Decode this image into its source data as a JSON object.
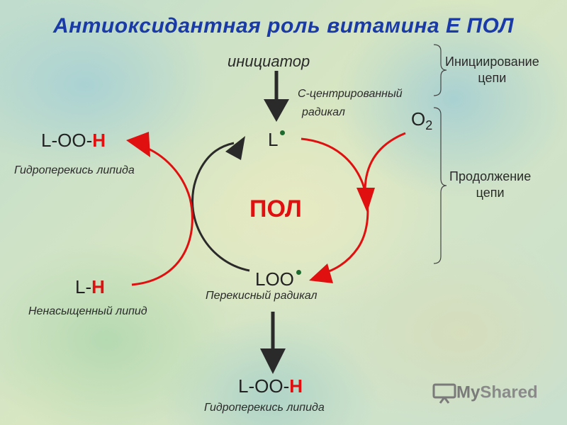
{
  "title": "Антиоксидантная роль витамина Е ПОЛ",
  "initiator": "инициатор",
  "c_radical": "С-центрированный",
  "c_radical2": "радикал",
  "l_radical": "L",
  "o2": "O",
  "o2_sub": "2",
  "pol": "ПОЛ",
  "loo_radical": "LOO",
  "peroxy_radical": "Перекисный радикал",
  "lipid_hydroperoxide_left": {
    "prefix": "L-OO-",
    "h": "H",
    "caption": "Гидроперекись липида"
  },
  "unsaturated_lipid": {
    "prefix": "L-",
    "h": "H",
    "caption": "Ненасыщенный липид"
  },
  "lipid_hydroperoxide_bottom": {
    "prefix": "L-OO-",
    "h": "H",
    "caption": "Гидроперекись липида"
  },
  "initiation": {
    "line1": "Инициирование",
    "line2": "цепи"
  },
  "propagation": {
    "line1": "Продолжение",
    "line2": "цепи"
  },
  "watermark": {
    "part1": "My",
    "part2": "Shared"
  },
  "colors": {
    "title": "#1a3aa8",
    "accent_red": "#e01010",
    "radical_dot": "#1d6b2e",
    "dark_arrow": "#2a2a2a"
  }
}
